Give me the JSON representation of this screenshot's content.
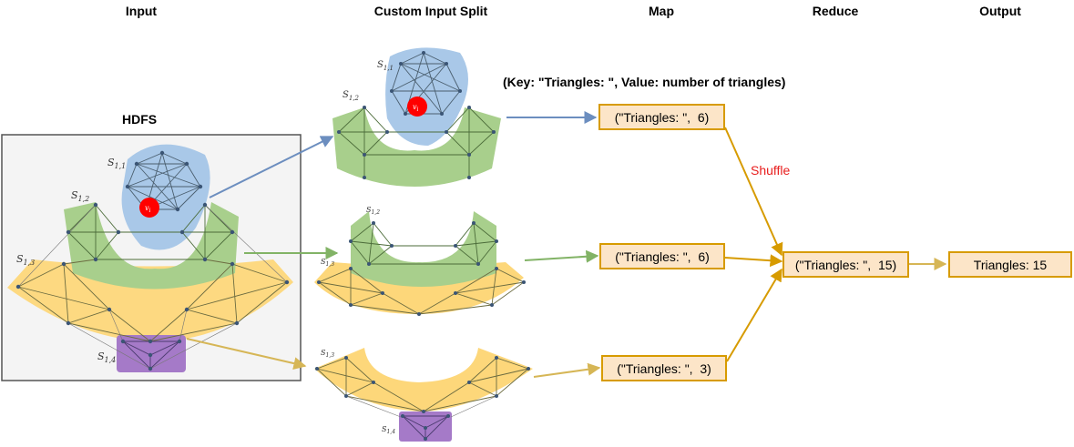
{
  "headers": {
    "input": "Input",
    "split": "Custom Input Split",
    "map": "Map",
    "reduce": "Reduce",
    "output": "Output"
  },
  "hdfs_label": "HDFS",
  "key_value_note": "(Key: \"Triangles: \", Value: number of triangles)",
  "shuffle_label": "Shuffle",
  "map_boxes": [
    {
      "text": "(\"Triangles: \",  6)"
    },
    {
      "text": "(\"Triangles: \",  6)"
    },
    {
      "text": "(\"Triangles: \",  3)"
    }
  ],
  "reduce_box": {
    "text": "(\"Triangles: \",  15)"
  },
  "output_box": {
    "text": "Triangles: 15"
  },
  "subgraph_labels": {
    "s11": "S",
    "s11_sub": "1,1",
    "s12": "S",
    "s12_sub": "1,2",
    "s13": "S",
    "s13_sub": "1,3",
    "s14": "S",
    "s14_sub": "1,4",
    "vi": "v",
    "vi_sub": "i"
  },
  "colors": {
    "blue_region": "#a9c8e8",
    "green_region": "#a8cf8c",
    "yellow_region": "#fdd77a",
    "purple_region": "#a57ac8",
    "vertex_red": "#ff0000",
    "box_fill": "#fce5c8",
    "box_border": "#d79b00",
    "arrow_blue": "#6c8ebf",
    "arrow_green": "#82b366",
    "arrow_yellow": "#d6b656",
    "arrow_orange": "#d79b00",
    "shuffle_text": "#e81e1e"
  }
}
